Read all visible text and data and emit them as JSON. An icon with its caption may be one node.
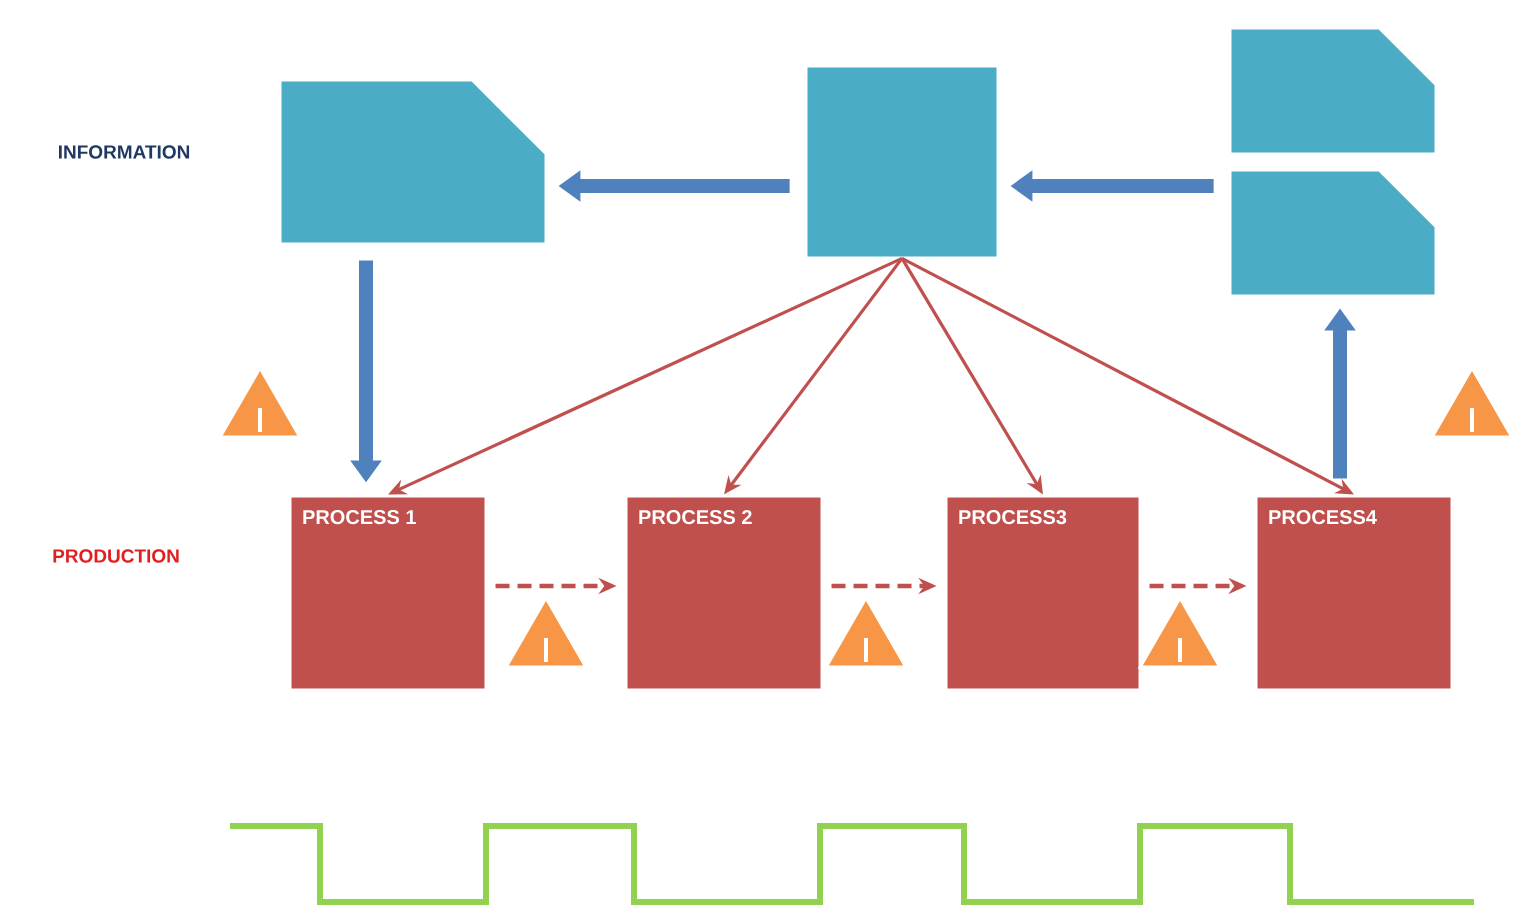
{
  "diagram": {
    "nodes": [
      {
        "text": [],
        "shape": "document"
      },
      {
        "text": [],
        "shape": "box"
      },
      {
        "text": [],
        "shape": "document"
      },
      {
        "text": [],
        "shape": "document"
      },
      {
        "text": [],
        "shape": "triangle"
      },
      {
        "text": [],
        "shape": "triangle"
      },
      {
        "text": [
          "PROCESS 1"
        ]
      },
      {
        "text": [
          "PROCESS 2"
        ]
      },
      {
        "text": [
          "PROCESS3"
        ]
      },
      {
        "text": [
          "PROCESS4"
        ]
      },
      {
        "text": [],
        "shape": "triangle"
      },
      {
        "text": [],
        "shape": "triangle"
      },
      {
        "text": [],
        "shape": "triangle"
      }
    ],
    "edges": [
      {
        "from": 1,
        "to": 0,
        "arrow": "to",
        "style": "thick",
        "color": "#4f81bd"
      },
      {
        "from": 3,
        "to": 1,
        "arrow": "to",
        "style": "thick",
        "color": "#4f81bd"
      },
      {
        "from": 0,
        "to": 6,
        "arrow": "to",
        "style": "thick",
        "color": "#4f81bd"
      },
      {
        "from": 9,
        "to": 3,
        "arrow": "to",
        "style": "thick",
        "color": "#4f81bd"
      },
      {
        "from": 1,
        "to": 6,
        "arrow": "to"
      },
      {
        "from": 1,
        "to": 7,
        "arrow": "to"
      },
      {
        "from": 1,
        "to": 8,
        "arrow": "to"
      },
      {
        "from": 1,
        "to": 9,
        "arrow": "to"
      },
      {
        "from": 6,
        "to": 7,
        "arrow": "to",
        "style": "dashed"
      },
      {
        "from": 7,
        "to": 8,
        "arrow": "to",
        "style": "dashed"
      },
      {
        "from": 8,
        "to": 9,
        "arrow": "to",
        "style": "dashed"
      }
    ],
    "labels": [
      "INFORMATION",
      "PRODUCTION"
    ]
  }
}
